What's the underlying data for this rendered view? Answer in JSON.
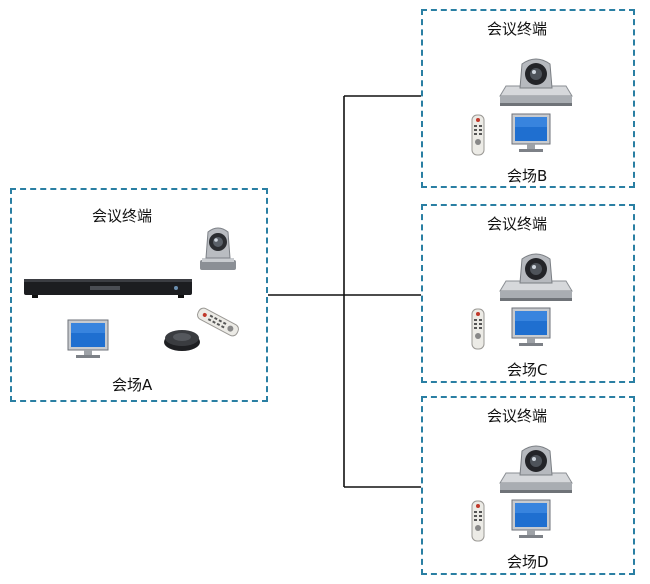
{
  "site_a": {
    "terminal_label": "会议终端",
    "site_label": "会场A"
  },
  "site_b": {
    "terminal_label": "会议终端",
    "site_label": "会场B"
  },
  "site_c": {
    "terminal_label": "会议终端",
    "site_label": "会场C"
  },
  "site_d": {
    "terminal_label": "会议终端",
    "site_label": "会场D"
  },
  "colors": {
    "dashed_border": "#2a7fa3",
    "wire": "#111111"
  }
}
